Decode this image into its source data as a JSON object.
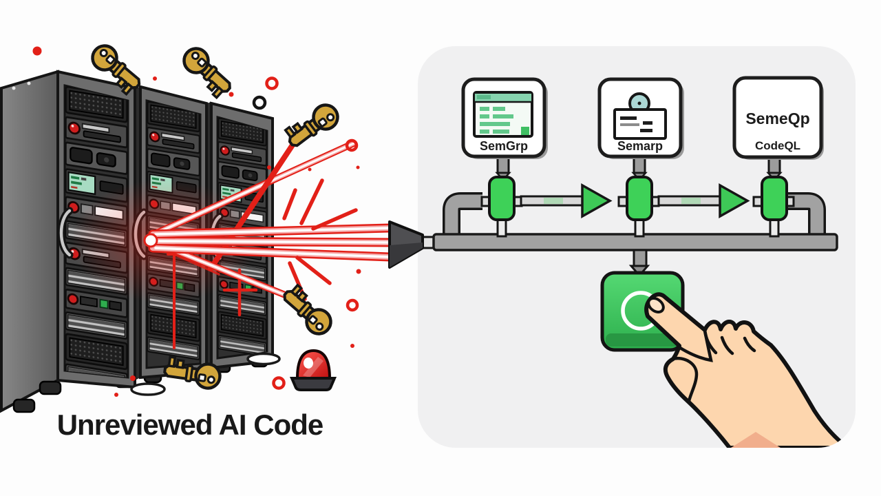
{
  "caption": "Unreviewed AI Code",
  "pipeline": {
    "boxes": [
      {
        "label": "SemGrp",
        "icon": "scan-results-window-icon"
      },
      {
        "label": "Semarp",
        "icon": "id-card-scan-icon"
      },
      {
        "label": "SemeQp",
        "sublabel": "CodeQL"
      }
    ]
  },
  "icons": [
    "scan-results-window-icon",
    "id-card-scan-icon",
    "key-icon",
    "alarm-light-icon",
    "funnel-icon",
    "flow-arrow-icon",
    "green-start-button",
    "pressing-hand"
  ],
  "colors": {
    "background": "#fdfdfd",
    "panel_bg": "#f0f0f1",
    "pipe_gray": "#a2a2a2",
    "valve_green": "#3ed158",
    "arrow_green": "#3ec957",
    "button_green": "#3bc85b",
    "button_green_dark": "#279441",
    "laser_red": "#e22018",
    "alarm_red": "#d61212",
    "key_gold": "#d2a53b",
    "skin": "#fdd6ae",
    "rack_gray": "#6d6d6d"
  }
}
